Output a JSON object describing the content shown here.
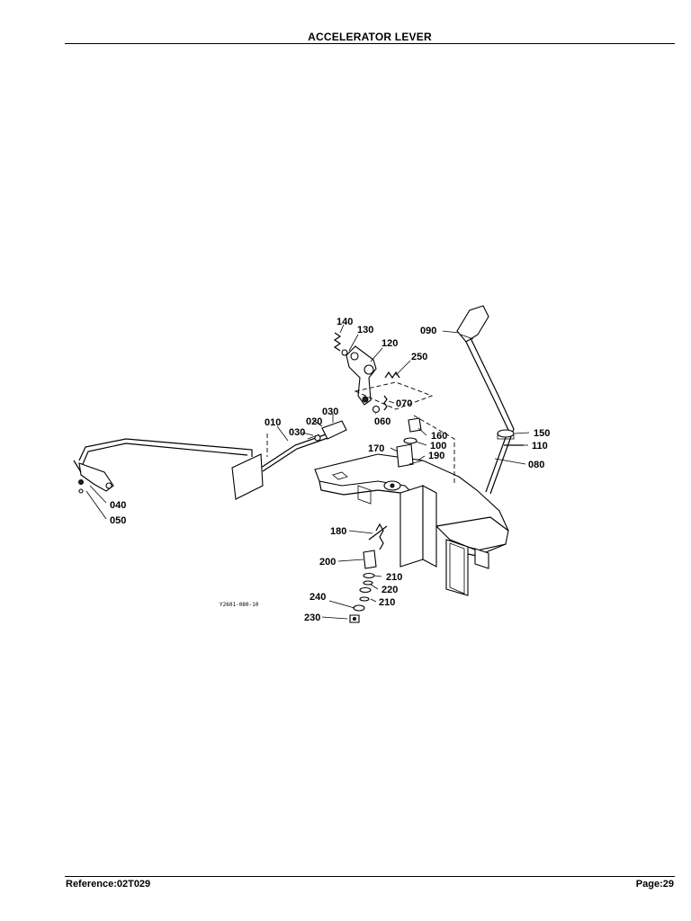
{
  "header": {
    "title": "ACCELERATOR LEVER"
  },
  "footer": {
    "reference": "Reference:02T029",
    "page": "Page:29"
  },
  "diagram": {
    "figure_code": "Y2601-080-10",
    "callouts": {
      "c140": "140",
      "c130": "130",
      "c120": "120",
      "c250": "250",
      "c070": "070",
      "c060": "060",
      "c090": "090",
      "c150": "150",
      "c110": "110",
      "c080": "080",
      "c160": "160",
      "c100": "100",
      "c170": "170",
      "c190": "190",
      "c010": "010",
      "c020": "020",
      "c030a": "030",
      "c030b": "030",
      "c040": "040",
      "c050": "050",
      "c180": "180",
      "c200": "200",
      "c210a": "210",
      "c220": "220",
      "c210b": "210",
      "c240": "240",
      "c230": "230"
    }
  }
}
